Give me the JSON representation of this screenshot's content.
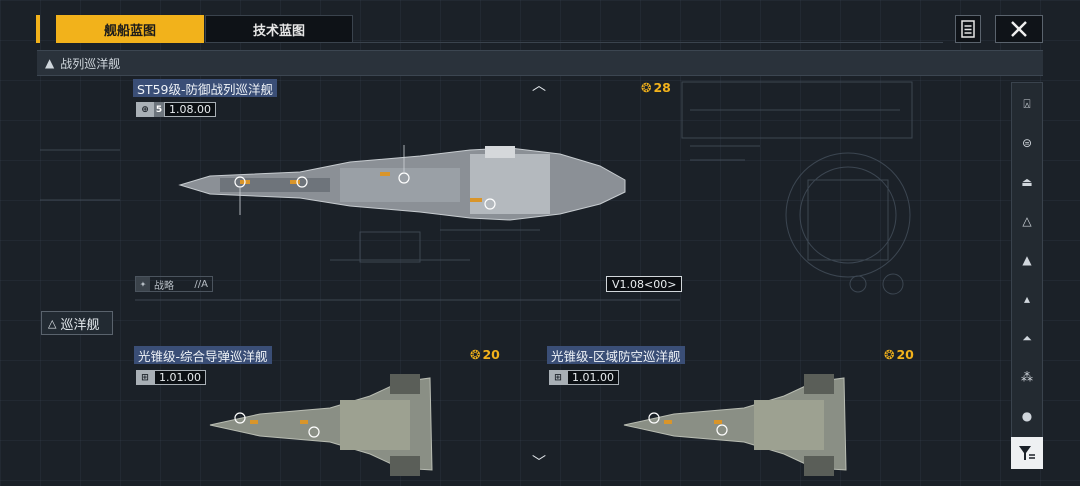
{
  "tabs": [
    {
      "label": "舰船蓝图",
      "active": true
    },
    {
      "label": "技术蓝图",
      "active": false
    }
  ],
  "toolbar": {
    "doc_icon": "document-icon",
    "close_icon": "close-icon"
  },
  "category": {
    "label": "战列巡洋舰",
    "icon": "battlecruiser-icon"
  },
  "ships": [
    {
      "title": "ST59级-防御战列巡洋舰",
      "cost": "28",
      "level": "5",
      "version": "1.08.00",
      "role_label": "战略",
      "role_code": "//A",
      "blueprint_version": "V1.08<00>"
    },
    {
      "title": "光锥级-综合导弹巡洋舰",
      "cost": "20",
      "version": "1.01.00"
    },
    {
      "title": "光锥级-区域防空巡洋舰",
      "cost": "20",
      "version": "1.01.00"
    }
  ],
  "sub_category": {
    "label": "巡洋舰"
  },
  "filters": [
    "carrier-icon",
    "battlecruiser-icon",
    "cruiser-icon",
    "destroyer-icon",
    "frigate-icon",
    "corvette-icon",
    "auxiliary-icon",
    "fighter-icon",
    "station-icon"
  ],
  "colors": {
    "accent": "#f2b21b",
    "title_bg": "#3a4e76",
    "background": "#1b2128"
  }
}
